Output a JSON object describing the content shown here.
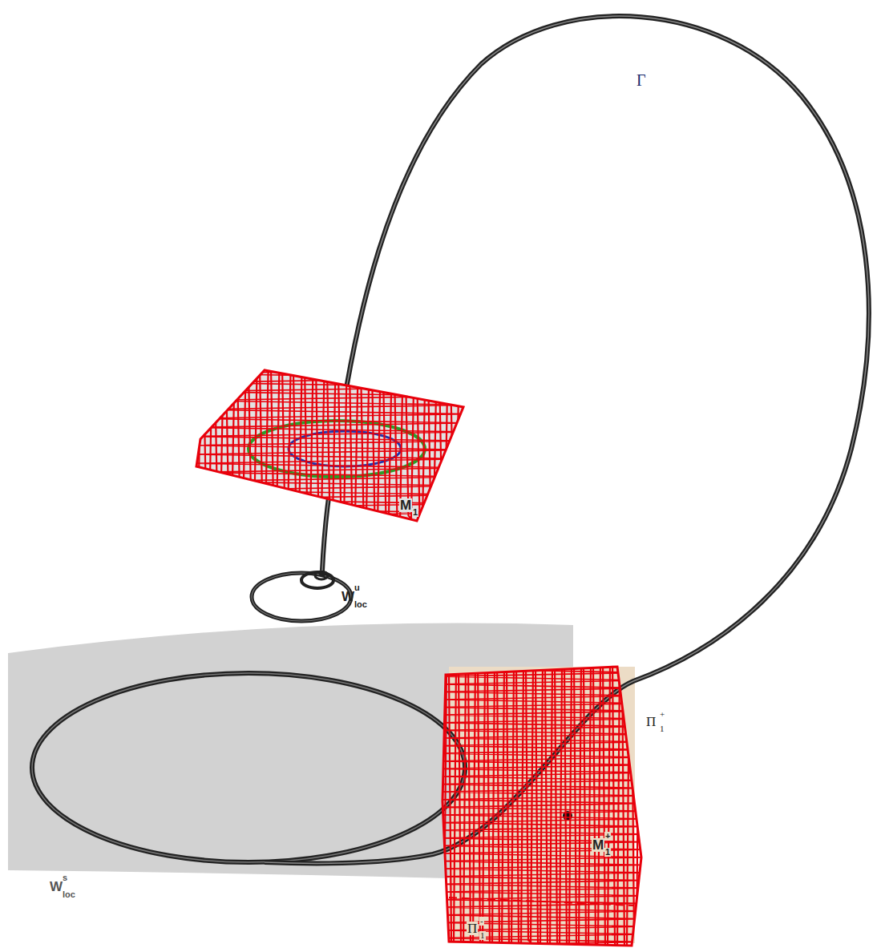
{
  "diagram": {
    "labels": [
      "Γ",
      "M",
      "1",
      "W",
      "u",
      "loc",
      "Π",
      "+",
      "1",
      "M",
      "+",
      "1",
      "W",
      "s",
      "loc",
      "Π",
      "-",
      "1"
    ]
  }
}
